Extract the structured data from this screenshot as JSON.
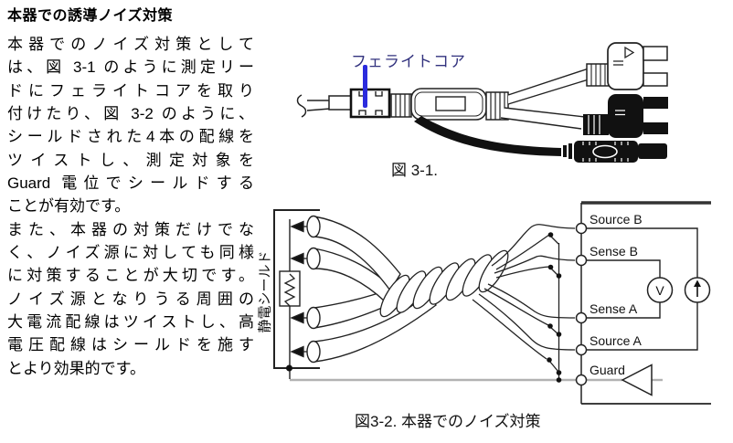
{
  "heading": "本器での誘導ノイズ対策",
  "paragraph": {
    "lines": [
      "本器でのノイズ対策として",
      "は、図 3-1 のように測定リー",
      "ドにフェライトコアを取り",
      "付けたり、図 3-2 のように、",
      "シールドされた4本の配線を",
      "ツイストし、測定対象を",
      "Guard 電位でシールドする",
      "ことが有効です。",
      "また、本器の対策だけでな",
      "く、ノイズ源に対しても同様",
      "に対策することが大切です。",
      "ノイズ源となりうる周囲の",
      "大電流配線はツイストし、高",
      "電圧配線はシールドを施す",
      "とより効果的です。"
    ]
  },
  "fig1": {
    "annotation": "フェライトコア",
    "annotation_color": "#32327e",
    "pointer_color": "#2b2bdd",
    "caption": "図 3-1."
  },
  "fig2": {
    "caption": "図3-2. 本器でのノイズ対策",
    "shield_label": "静電シールド",
    "terminals": [
      "Source B",
      "Sense B",
      "Sense A",
      "Source A",
      "Guard"
    ],
    "voltmeter": "V",
    "line_color": "#222222",
    "guard_line_color": "#b2b2b2"
  }
}
